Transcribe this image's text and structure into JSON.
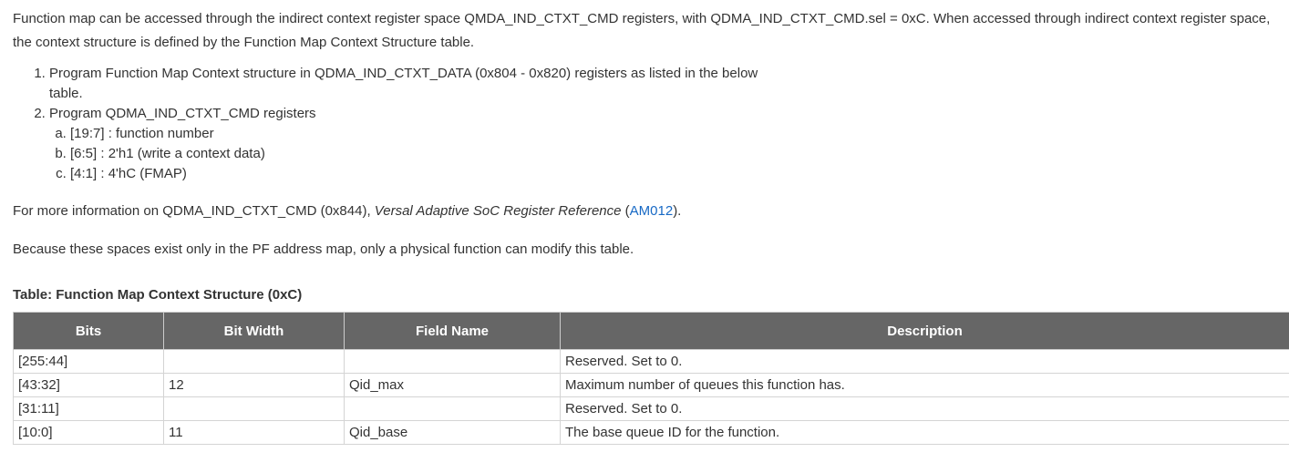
{
  "intro": "Function map can be accessed through the indirect context register space QMDA_IND_CTXT_CMD registers, with QDMA_IND_CTXT_CMD.sel = 0xC. When accessed through indirect context register space, the context structure is defined by the Function Map Context Structure table.",
  "steps": [
    {
      "text": "Program Function Map Context structure in QDMA_IND_CTXT_DATA (0x804 - 0x820) registers as listed in the below table."
    },
    {
      "text": "Program QDMA_IND_CTXT_CMD registers",
      "sub": [
        "[19:7] : function number",
        "[6:5] : 2'h1 (write a context data)",
        "[4:1] : 4'hC (FMAP)"
      ]
    }
  ],
  "more_info": {
    "prefix": "For more information on QDMA_IND_CTXT_CMD (0x844), ",
    "ref_title": "Versal Adaptive SoC Register Reference",
    "open_paren": " (",
    "link_text": "AM012",
    "close": ")."
  },
  "pf_note": "Because these spaces exist only in the PF address map, only a physical function can modify this table.",
  "table": {
    "title": "Table: Function Map Context Structure (0xC)",
    "headers": [
      "Bits",
      "Bit Width",
      "Field Name",
      "Description"
    ],
    "rows": [
      {
        "bits": "[255:44]",
        "width": "",
        "field": "",
        "desc": "Reserved. Set to 0."
      },
      {
        "bits": "[43:32]",
        "width": "12",
        "field": "Qid_max",
        "desc": "Maximum number of queues this function has."
      },
      {
        "bits": "[31:11]",
        "width": "",
        "field": "",
        "desc": "Reserved. Set to 0."
      },
      {
        "bits": "[10:0]",
        "width": "11",
        "field": "Qid_base",
        "desc": "The base queue ID for the function."
      }
    ]
  }
}
